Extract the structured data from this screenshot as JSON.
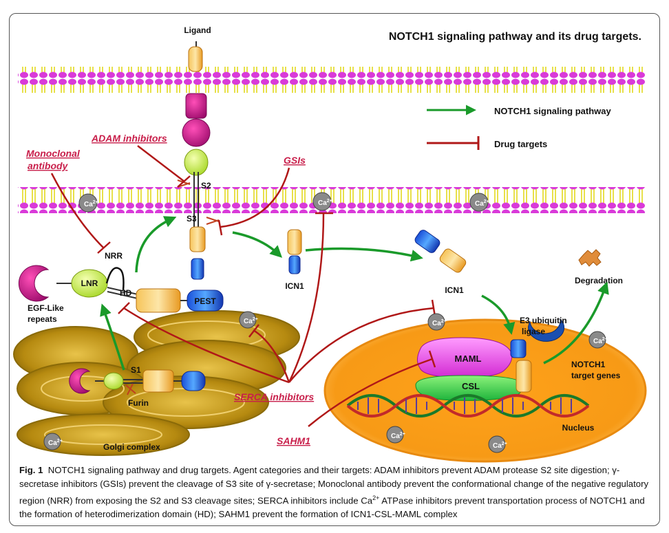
{
  "title": "NOTCH1 signaling pathway and its drug targets.",
  "legend": {
    "pathway_label": "NOTCH1 signaling pathway",
    "drug_label": "Drug targets",
    "pathway_color": "#1a9a2a",
    "drug_color": "#b01818"
  },
  "labels": {
    "ligand": "Ligand",
    "s2": "S2",
    "s3": "S3",
    "s1": "S1",
    "nrr": "NRR",
    "lnr": "LNR",
    "hd": "HD",
    "pest": "PEST",
    "egf": "EGF-Like",
    "repeats": "repeats",
    "furin": "Furin",
    "golgi": "Golgi complex",
    "icn1_a": "ICN1",
    "icn1_b": "ICN1",
    "degradation": "Degradation",
    "e3_line1": "E3 ubiquitin",
    "e3_line2": "ligase",
    "maml": "MAML",
    "csl": "CSL",
    "target_line1": "NOTCH1",
    "target_line2": "target genes",
    "nucleus": "Nucleus",
    "ca": "Ca",
    "ca_sup": "2+"
  },
  "drugs": {
    "adam": "ADAM inhibitors",
    "mab_line1": "Monoclonal",
    "mab_line2": "antibody",
    "gsis": "GSIs",
    "serca": "SERCA inhibitors",
    "sahm1": "SAHM1"
  },
  "caption": {
    "fig": "Fig. 1",
    "text_before_ca": "NOTCH1 signaling pathway and drug targets. Agent categories and their targets: ADAM inhibitors prevent ADAM protease S2 site digestion; γ-secretase inhibitors (GSIs) prevent the cleavage of S3 site of γ-secretase; Monoclonal antibody prevent the conformational change of the negative regulatory region (NRR) from exposing the S2 and S3 cleavage sites; SERCA inhibitors include Ca",
    "ca_sup": "2+",
    "text_after_ca": " ATPase inhibitors prevent transportation process of NOTCH1 and the formation of heterodimerization domain (HD); SAHM1 prevent the formation of ICN1-CSL-MAML complex"
  }
}
